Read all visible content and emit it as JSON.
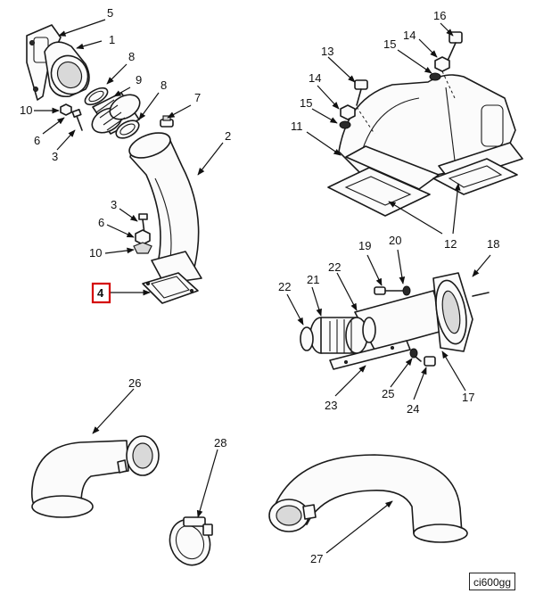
{
  "callouts": {
    "c1": "1",
    "c2": "2",
    "c3a": "3",
    "c3b": "3",
    "c4": "4",
    "c5": "5",
    "c6a": "6",
    "c6b": "6",
    "c7": "7",
    "c8a": "8",
    "c8b": "8",
    "c9": "9",
    "c10a": "10",
    "c10b": "10",
    "c11": "11",
    "c12": "12",
    "c13": "13",
    "c14a": "14",
    "c14b": "14",
    "c15a": "15",
    "c15b": "15",
    "c16": "16",
    "c17": "17",
    "c18": "18",
    "c19": "19",
    "c20": "20",
    "c21": "21",
    "c22a": "22",
    "c22b": "22",
    "c23": "23",
    "c24": "24",
    "c25": "25",
    "c26": "26",
    "c27": "27",
    "c28": "28"
  },
  "highlighted_callout": "4",
  "highlight_color": "#d40000",
  "reference_code": "ci600gg"
}
